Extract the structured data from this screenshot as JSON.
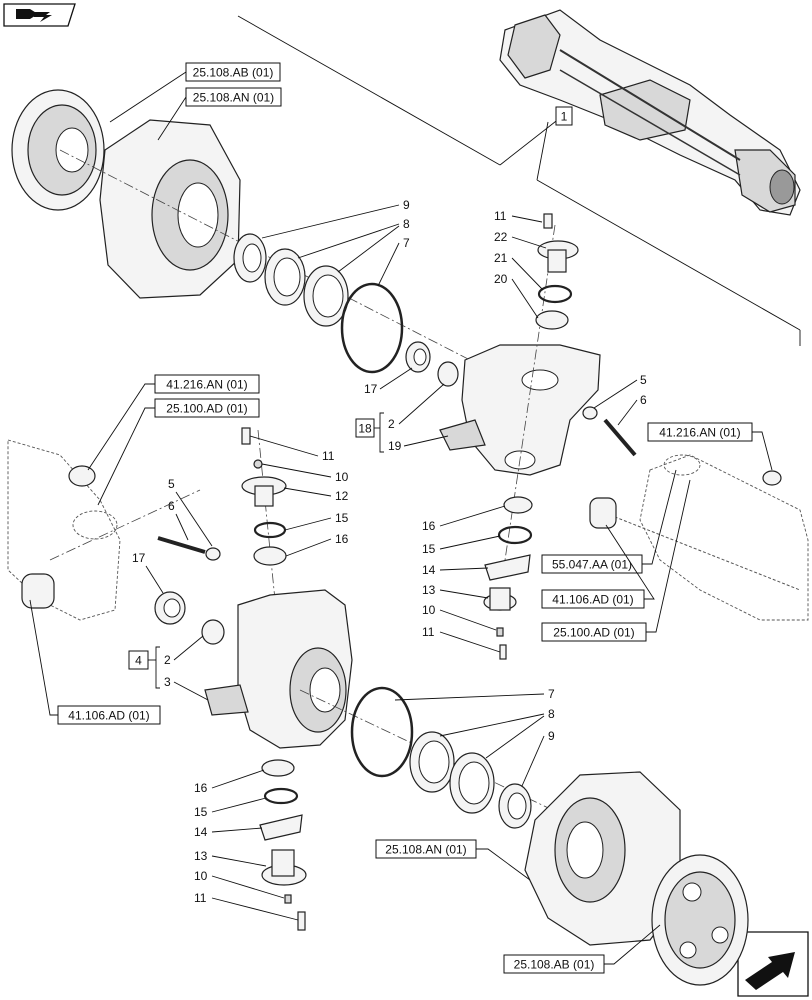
{
  "nav_icons": {
    "top_left": "book-arrow-icon",
    "bottom_right": "next-page-arrow-icon"
  },
  "refs": {
    "r_25108AB_top": "25.108.AB (01)",
    "r_25108AN_top": "25.108.AN (01)",
    "r_1": "1",
    "r_41216AN_left": "41.216.AN (01)",
    "r_25100AD_left": "25.100.AD (01)",
    "r_18": "18",
    "r_41216AN_right": "41.216.AN (01)",
    "r_55047AA": "55.047.AA (01)",
    "r_41106AD_right": "41.106.AD (01)",
    "r_25100AD_right": "25.100.AD (01)",
    "r_4": "4",
    "r_41106AD_left": "41.106.AD (01)",
    "r_25108AN_bottom": "25.108.AN (01)",
    "r_25108AB_bottom": "25.108.AB (01)"
  },
  "callouts": {
    "c9a": "9",
    "c8a": "8",
    "c7a": "7",
    "c11a": "11",
    "c22": "22",
    "c21": "21",
    "c20": "20",
    "c5a": "5",
    "c6a": "6",
    "c17a": "17",
    "c2a": "2",
    "c19": "19",
    "c11b": "11",
    "c10b": "10",
    "c12": "12",
    "c15b": "15",
    "c16b": "16",
    "c5b": "5",
    "c6b": "6",
    "c17b": "17",
    "c16a": "16",
    "c15a": "15",
    "c14a": "14",
    "c13a": "13",
    "c10a": "10",
    "c11c": "11",
    "c2b": "2",
    "c3": "3",
    "c7b": "7",
    "c8b": "8",
    "c9b": "9",
    "c16c": "16",
    "c15c": "15",
    "c14c": "14",
    "c13c": "13",
    "c10c": "10",
    "c11d": "11"
  }
}
